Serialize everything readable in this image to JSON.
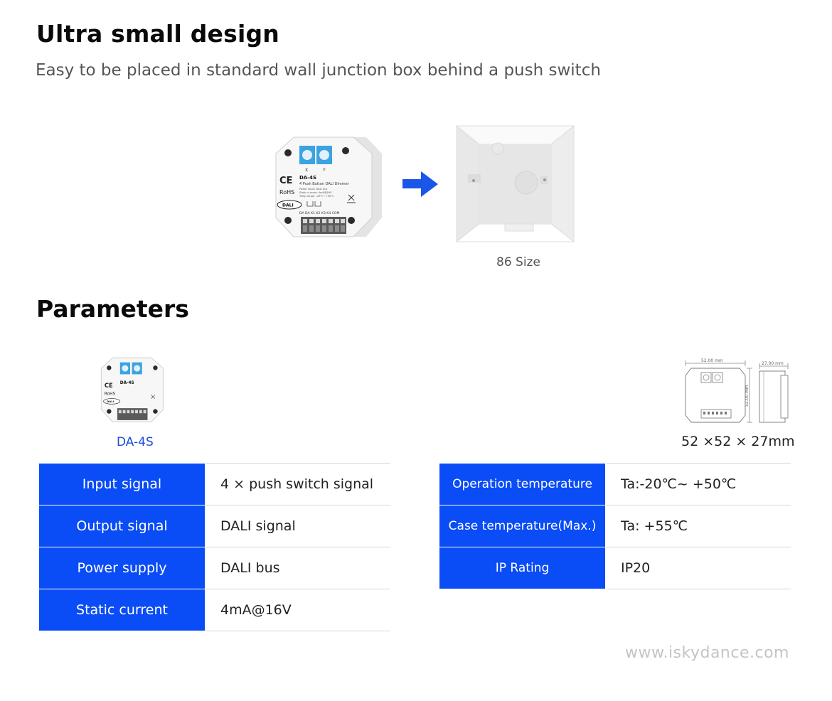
{
  "hero": {
    "title": "Ultra small design",
    "subtitle": "Easy to be placed in standard wall junction box behind a push switch",
    "box_caption": "86 Size"
  },
  "device": {
    "model": "DA-4S",
    "desc": "4 Push Button DALI Dimmer",
    "ce": "CE",
    "rohs": "RoHS",
    "dali": "DALI",
    "dial_x": "X",
    "dial_y": "Y",
    "spec_lines": [
      "Power input: DALI bus",
      "Static current: 4mA@16V",
      "Temp range: -20°C~+50°C"
    ],
    "terminals": "DA DA  K1  K2  K3  K4  COM"
  },
  "drawing": {
    "width_dim": "52.00 mm",
    "height_dim": "52.00 mm",
    "depth_dim": "27.00 mm"
  },
  "parameters": {
    "title": "Parameters",
    "model_label": "DA-4S",
    "dims_label": "52 ×52 × 27mm",
    "left": [
      {
        "key": "Input signal",
        "value": "4 × push switch signal"
      },
      {
        "key": "Output signal",
        "value": "DALI signal"
      },
      {
        "key": "Power supply",
        "value": "DALI bus"
      },
      {
        "key": "Static current",
        "value": "4mA@16V"
      }
    ],
    "right": [
      {
        "key": "Operation temperature",
        "value": "Ta:-20℃~ +50℃"
      },
      {
        "key": "Case temperature(Max.)",
        "value": "Ta: +55℃"
      },
      {
        "key": "IP Rating",
        "value": "IP20"
      }
    ]
  },
  "footer": {
    "website": "www.iskydance.com"
  },
  "colors": {
    "accent": "#0a4cf5",
    "model_label": "#1c4fd8",
    "website": "#c4c4c4"
  }
}
